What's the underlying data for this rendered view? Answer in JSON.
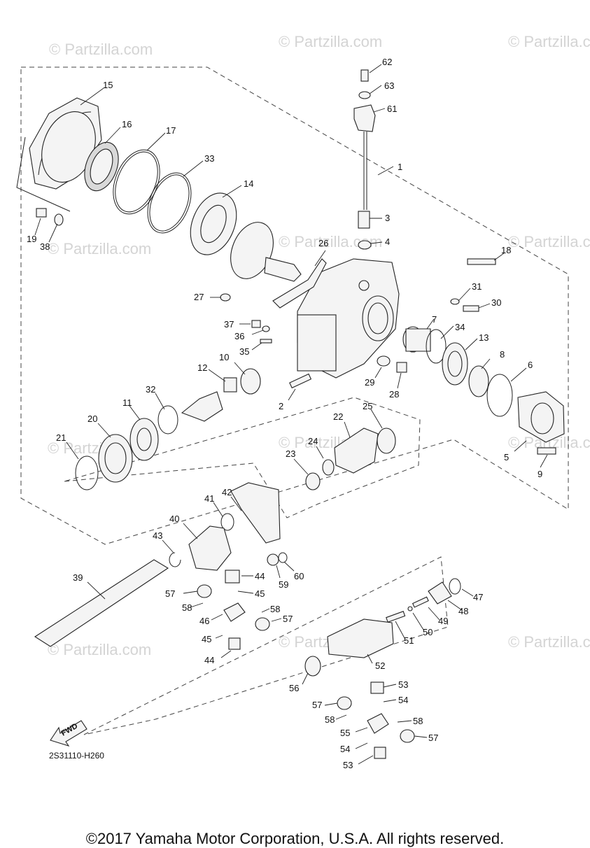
{
  "watermark": "© Partzilla.com",
  "diagram_code": "2S31110-H260",
  "fwd_label": "FWD",
  "copyright": "©2017 Yamaha Motor Corporation, U.S.A. All rights reserved.",
  "callouts": [
    "62",
    "63",
    "61",
    "1",
    "3",
    "4",
    "15",
    "16",
    "17",
    "33",
    "14",
    "19",
    "38",
    "26",
    "18",
    "31",
    "30",
    "27",
    "37",
    "36",
    "35",
    "7",
    "34",
    "13",
    "10",
    "12",
    "29",
    "28",
    "8",
    "6",
    "2",
    "32",
    "11",
    "20",
    "21",
    "22",
    "25",
    "24",
    "23",
    "5",
    "9",
    "42",
    "41",
    "40",
    "43",
    "44",
    "45",
    "59",
    "60",
    "39",
    "57",
    "58",
    "46",
    "47",
    "48",
    "49",
    "50",
    "51",
    "52",
    "53",
    "54",
    "56",
    "55"
  ]
}
